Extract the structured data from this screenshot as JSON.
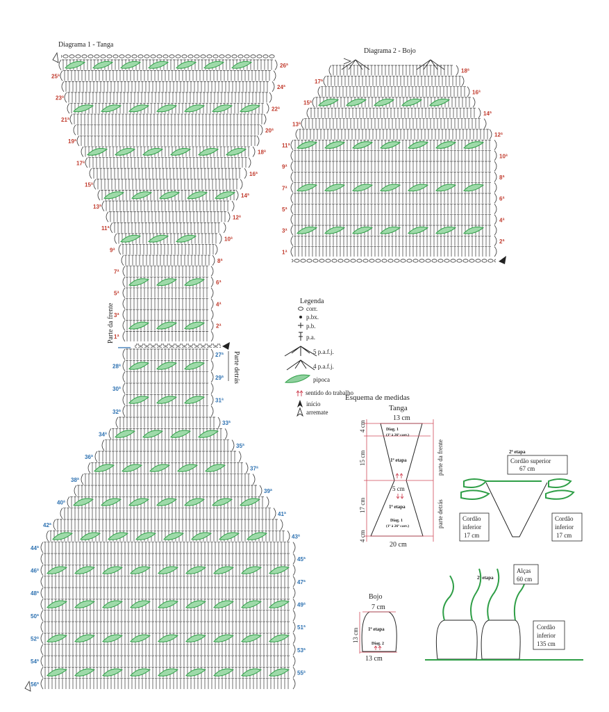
{
  "colors": {
    "pipoca": "#2e9e46",
    "rows_front": "#c0392b",
    "rows_back": "#2a6fb0",
    "stitch": "#333333",
    "measure_line": "#d04a5a",
    "cord": "#2e9e46"
  },
  "diagram1": {
    "title": "Diagrama 1 - Tanga",
    "front_label": "Parte da frente",
    "back_label": "Parte detrás",
    "rows_front": [
      "1ª",
      "2ª",
      "3ª",
      "4ª",
      "5ª",
      "6ª",
      "7ª",
      "8ª",
      "9ª",
      "10ª",
      "11ª",
      "12ª",
      "13ª",
      "14ª",
      "15ª",
      "16ª",
      "17ª",
      "18ª",
      "19ª",
      "20ª",
      "21ª",
      "22ª",
      "23ª",
      "24ª",
      "25ª",
      "26ª"
    ],
    "rows_back": [
      "27ª",
      "28ª",
      "29ª",
      "30ª",
      "31ª",
      "32ª",
      "33ª",
      "34ª",
      "35ª",
      "36ª",
      "37ª",
      "38ª",
      "39ª",
      "40ª",
      "41ª",
      "42ª",
      "43ª",
      "44ª",
      "45ª",
      "46ª",
      "47ª",
      "48ª",
      "49ª",
      "50ª",
      "51ª",
      "52ª",
      "53ª",
      "54ª",
      "55ª",
      "56ª"
    ]
  },
  "diagram2": {
    "title": "Diagrama 2 - Bojo",
    "rows": [
      "1ª",
      "2ª",
      "3ª",
      "4ª",
      "5ª",
      "6ª",
      "7ª",
      "8ª",
      "9ª",
      "10ª",
      "11ª",
      "12ª",
      "13ª",
      "14ª",
      "15ª",
      "16ª",
      "17ª",
      "18ª"
    ]
  },
  "legend": {
    "title": "Legenda",
    "items": [
      "corr.",
      "p.bx.",
      "p.b.",
      "p.a.",
      "5 p.a.f.j.",
      "4 p.a.f.j.",
      "pipoca",
      "sentido do trabalho",
      "início",
      "arremate"
    ]
  },
  "schema": {
    "title": "Esquema de medidas",
    "tanga_title": "Tanga",
    "tanga": {
      "top": "13 cm",
      "left_top": "4 cm",
      "left_mid": "15 cm",
      "left_low": "17 cm",
      "left_bot": "4 cm",
      "waist": "5 cm",
      "bottom": "20 cm",
      "diag1_top": "Diag. 1",
      "diag1_top_sub": "(1ª à 26ª carr.)",
      "etapa1_top": "1ª etapa",
      "etapa1_bot": "1ª etapa",
      "diag1_bot": "Diag. 1",
      "diag1_bot_sub": "(1ª à 26ª carr.)",
      "side_front": "parte da frente",
      "side_back": "parte detrás"
    },
    "cord": {
      "etapa": "2ª etapa",
      "superior_l1": "Cordão superior",
      "superior_l2": "67 cm",
      "inf_left": [
        "Cordão",
        "inferior",
        "17 cm"
      ],
      "inf_right": [
        "Cordão",
        "inferior",
        "17 cm"
      ]
    },
    "bojo": {
      "title": "Bojo",
      "top": "7 cm",
      "side": "13 cm",
      "etapa": "1ª etapa",
      "diag": "Diag. 2",
      "bottom": "13 cm"
    },
    "bra": {
      "etapa": "2ª etapa",
      "alcas_l1": "Alças",
      "alcas_l2": "60 cm",
      "inf": [
        "Cordão",
        "inferior",
        "135 cm"
      ]
    }
  }
}
